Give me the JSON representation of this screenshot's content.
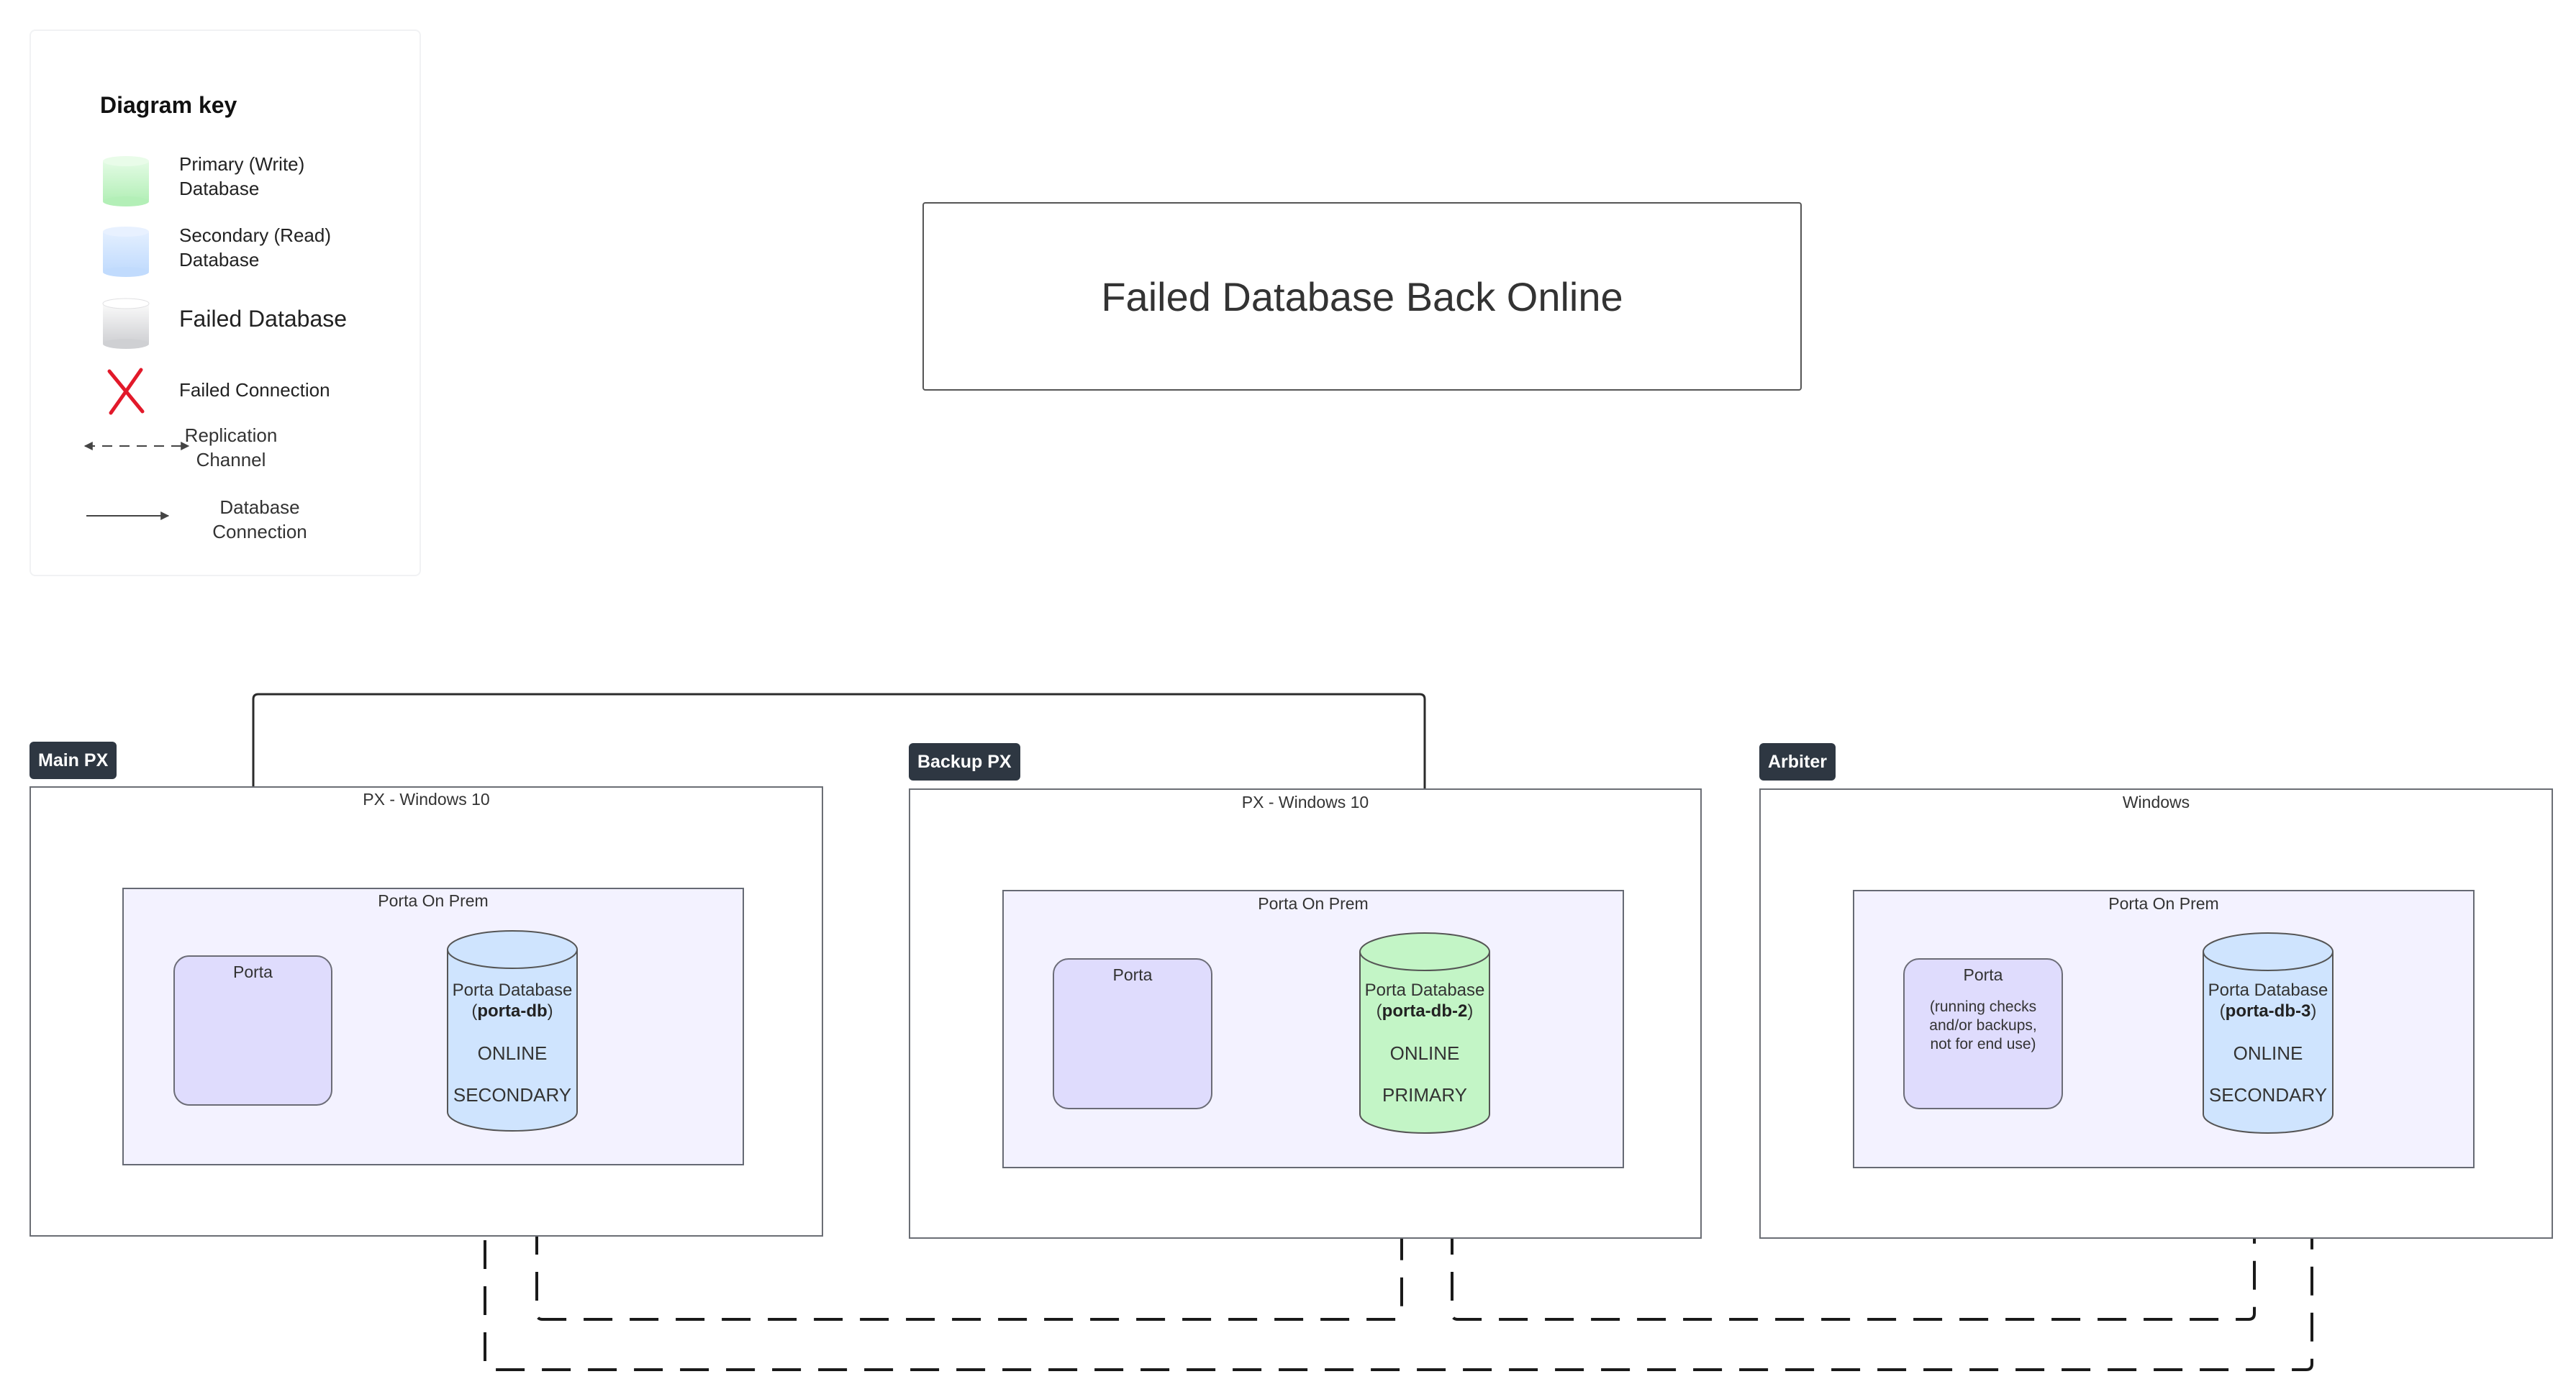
{
  "key": {
    "title": "Diagram key",
    "items": [
      {
        "label": "Primary (Write) Database",
        "color": "#c3f5c6"
      },
      {
        "label": "Secondary (Read) Database",
        "color": "#cfe4fe"
      },
      {
        "label": "Failed Database",
        "color": "#e6e7ea"
      },
      {
        "label": "Failed Connection",
        "color": "#e2192a"
      },
      {
        "label": "Replication Channel"
      },
      {
        "label": "Database Connection"
      }
    ]
  },
  "title": "Failed Database Back Online",
  "hosts": [
    {
      "tag": "Main PX",
      "os": "PX - Windows 10",
      "prem": "Porta On Prem",
      "porta": {
        "label": "Porta",
        "note": ""
      },
      "db": {
        "line1": "Porta Database",
        "name": "porta-db",
        "status": "ONLINE",
        "role": "SECONDARY",
        "color": "#cfe4fe"
      }
    },
    {
      "tag": "Backup PX",
      "os": "PX - Windows 10",
      "prem": "Porta On Prem",
      "porta": {
        "label": "Porta",
        "note": ""
      },
      "db": {
        "line1": "Porta Database",
        "name": "porta-db-2",
        "status": "ONLINE",
        "role": "PRIMARY",
        "color": "#c3f5c6"
      }
    },
    {
      "tag": "Arbiter",
      "os": "Windows",
      "prem": "Porta On Prem",
      "porta": {
        "label": "Porta",
        "note": "(running checks and/or backups, not for end use)"
      },
      "db": {
        "line1": "Porta Database",
        "name": "porta-db-3",
        "status": "ONLINE",
        "role": "SECONDARY",
        "color": "#cfe4fe"
      }
    }
  ],
  "colors": {
    "line": "#2b2b2b",
    "tag_bg": "#2e3742",
    "prem_bg": "#f3f2ff",
    "porta_bg": "#dfdcfd"
  }
}
